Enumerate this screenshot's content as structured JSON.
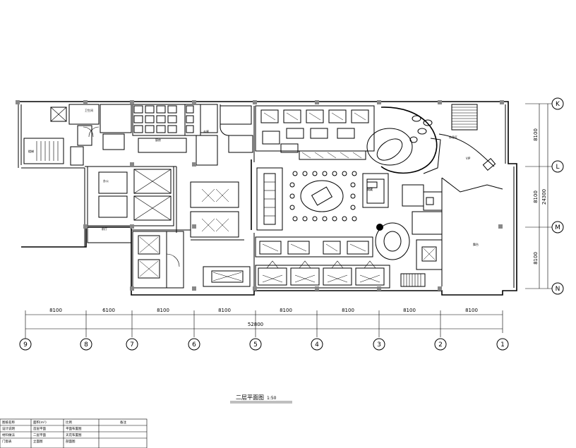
{
  "drawing": {
    "title": "二层平面图",
    "scale": "1:50",
    "total_dimension": "52800",
    "side_total_dimension": "24300"
  },
  "axes_horizontal": [
    "9",
    "8",
    "7",
    "6",
    "5",
    "4",
    "3",
    "2",
    "1"
  ],
  "axis_spans": [
    "8100",
    "6100",
    "8100",
    "8100",
    "8100",
    "8100",
    "8100",
    "8100"
  ],
  "axes_vertical": [
    "K",
    "L",
    "M",
    "N"
  ],
  "side_spans": [
    "8100",
    "8100",
    "8100"
  ],
  "room_labels": {
    "stair": "楼梯",
    "restroom": "卫生间",
    "kitchen": "厨房",
    "corridor": "走廊",
    "lobby": "前厅",
    "office": "办公",
    "stage": "舞台",
    "lounge": "休息区",
    "vip": "VIP",
    "storage": "储藏"
  },
  "legend_table": {
    "headers": [
      "图纸名称",
      "面积(m²)",
      "比例",
      "备注"
    ],
    "rows": [
      [
        "设计说明",
        "首层平面",
        "平面布置图",
        ""
      ],
      [
        "材料做法",
        "二层平面",
        "天花布置图",
        ""
      ],
      [
        "门窗表",
        "立面图",
        "剖面图",
        ""
      ]
    ]
  }
}
